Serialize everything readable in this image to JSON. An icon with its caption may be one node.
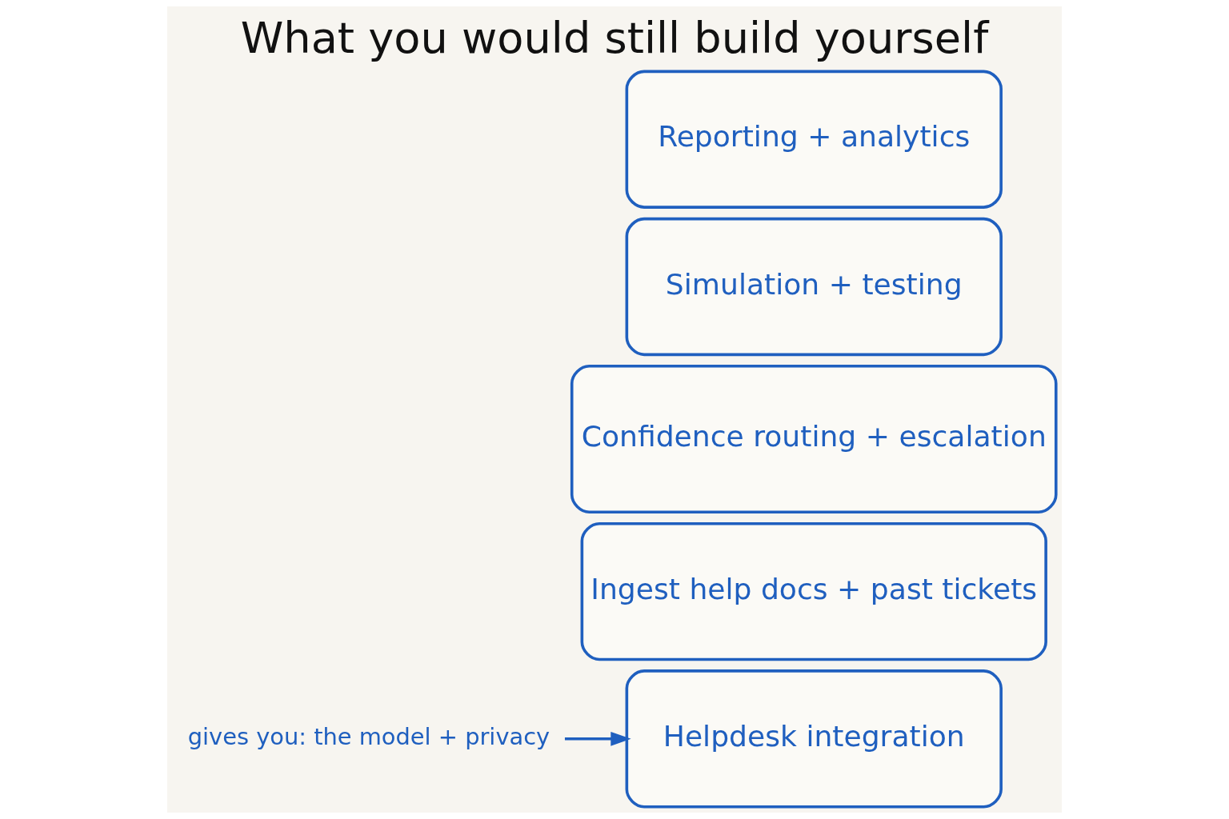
{
  "diagram": {
    "title": "What you would still build yourself",
    "nodes": [
      {
        "text": [
          "Reporting + analytics"
        ]
      },
      {
        "text": [
          "Simulation + testing"
        ]
      },
      {
        "text": [
          "Confidence routing + escalation"
        ]
      },
      {
        "text": [
          "Ingest help docs + past tickets"
        ]
      },
      {
        "text": [
          "Helpdesk integration"
        ]
      },
      {
        "text": [
          "gives you: the model + privacy"
        ]
      }
    ],
    "edges": [
      {
        "from": 5,
        "to": 4,
        "arrow": "to"
      }
    ]
  }
}
